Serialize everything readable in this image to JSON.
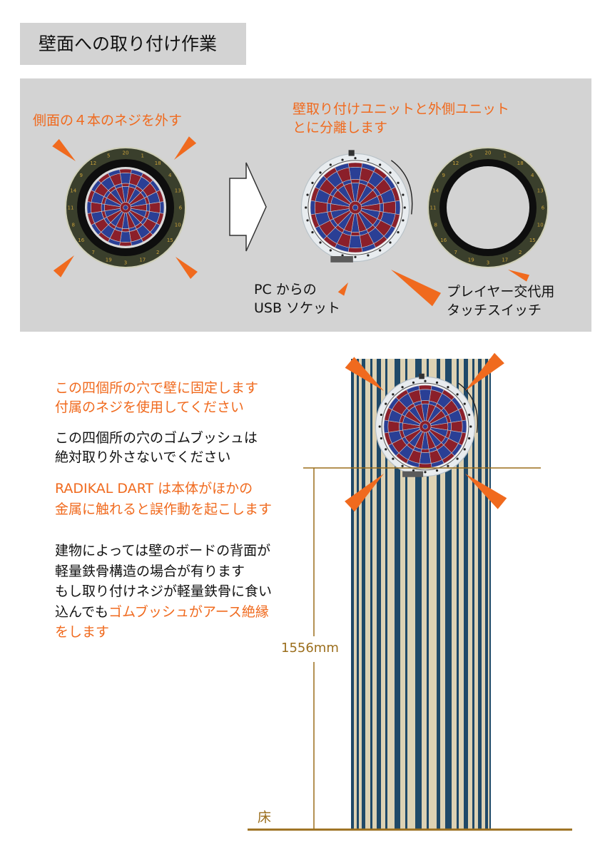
{
  "title": "壁面への取り付け作業",
  "step1": {
    "remove_screws": "側面の４本のネジを外す"
  },
  "step2": {
    "separate_line1": "壁取り付けユニットと外側ユニット",
    "separate_line2": "とに分離します"
  },
  "callouts": {
    "usb_line1": "PC からの",
    "usb_line2": "USB ソケット",
    "switch_line1": "プレイヤー交代用",
    "switch_line2": "タッチスイッチ"
  },
  "board_numbers": [
    "20",
    "1",
    "18",
    "4",
    "13",
    "6",
    "10",
    "15",
    "2",
    "17",
    "3",
    "19",
    "7",
    "16",
    "8",
    "11",
    "14",
    "9",
    "12",
    "5"
  ],
  "notes": {
    "fix_line1": "この四個所の穴で壁に固定します",
    "fix_line2": "付属のネジを使用してください",
    "rubber_line1": "この四個所の穴のゴムブッシュは",
    "rubber_line2": "絶対取り外さないでください",
    "metal_line1": "RADIKAL DART は本体がほかの",
    "metal_line2": "金属に触れると誤作動を起こします",
    "building_line1": "建物によっては壁のボードの背面が",
    "building_line2": "軽量鉄骨構造の場合が有ります",
    "building_line3": "もし取り付けネジが軽量鉄骨に食い",
    "building_line4a": "込んでも",
    "building_line4b": "ゴムブッシュがアース絶縁",
    "building_line5": "をします"
  },
  "height_label": "1556mm",
  "floor_label": "床",
  "colors": {
    "accent": "#f06a1e",
    "panel": "#d3d3d3",
    "board_red": "#8b1f2a",
    "board_blue": "#2a3f95",
    "stripe": "#1f4968",
    "wall": "#ddd2b4",
    "measure": "#9b6e1c"
  }
}
